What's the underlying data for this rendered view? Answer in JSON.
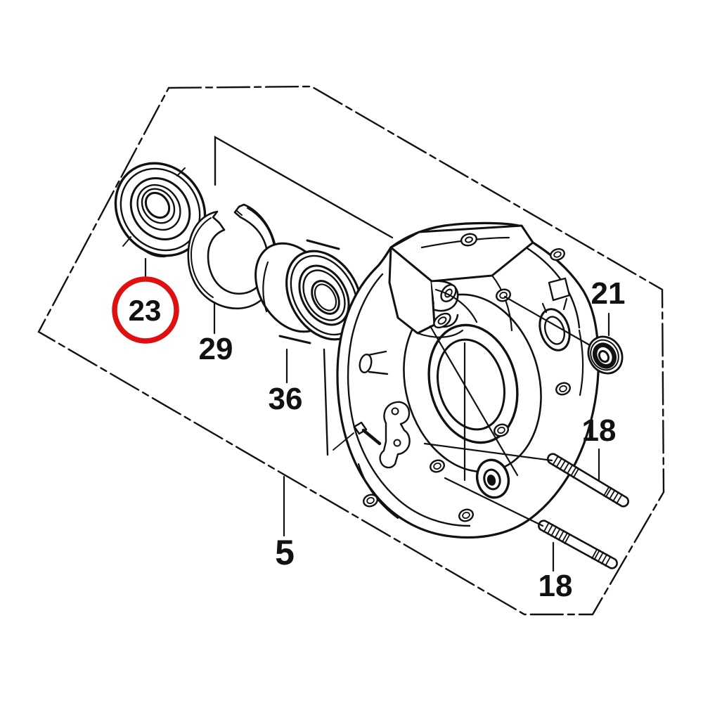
{
  "figure": {
    "kind": "exploded-parts-diagram",
    "background_color": "#ffffff",
    "line_color": "#111111",
    "highlight_color": "#e01010",
    "highlighted_part": "23",
    "labels": {
      "seal": "23",
      "circlip": "29",
      "bearing": "36",
      "cover": "5",
      "small_seal": "21",
      "stud_upper": "18",
      "stud_lower": "18"
    },
    "parts": [
      {
        "label": "23",
        "highlighted": true
      },
      {
        "label": "29",
        "highlighted": false
      },
      {
        "label": "36",
        "highlighted": false
      },
      {
        "label": "5",
        "highlighted": false
      },
      {
        "label": "21",
        "highlighted": false
      },
      {
        "label": "18",
        "highlighted": false
      },
      {
        "label": "18",
        "highlighted": false
      }
    ]
  }
}
